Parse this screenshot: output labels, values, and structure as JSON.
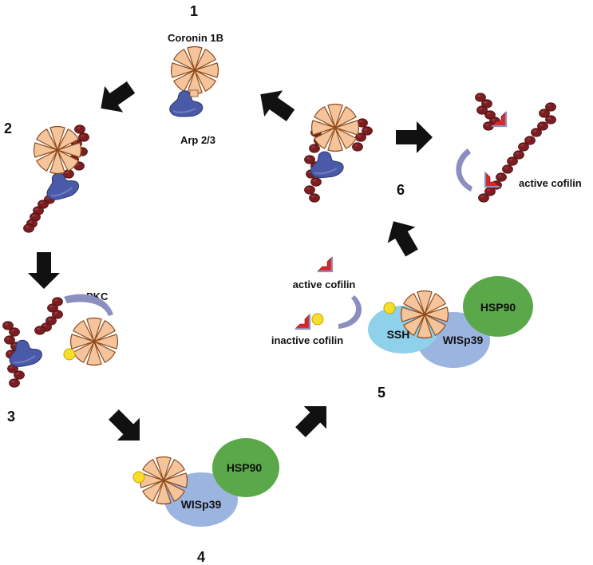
{
  "steps": {
    "s1": "1",
    "s2": "2",
    "s3": "3",
    "s4": "4",
    "s5": "5",
    "s6": "6"
  },
  "labels": {
    "coronin": "Coronin 1B",
    "arp": "Arp 2/3",
    "pkc": "PKC",
    "active_cofilin_top": "active cofilin",
    "active_cofilin_mid": "active cofilin",
    "inactive_cofilin": "inactive cofilin"
  },
  "proteins": {
    "hsp90_a": "HSP90",
    "wisp39_a": "WISp39",
    "hsp90_b": "HSP90",
    "wisp39_b": "WISp39",
    "ssh": "SSH"
  },
  "colors": {
    "coronin_fill": "#f6c49a",
    "coronin_stroke": "#8a4a1c",
    "actin": "#7b1e22",
    "arp": "#4a5aa8",
    "hsp90": "#5aa84a",
    "wisp39": "#9bb5e0",
    "ssh": "#8fd0ea",
    "phosphate": "#f5dd2a",
    "cofilin_red": "#d8262a",
    "arrow": "#111111",
    "curved_arrow": "#8b8fbf"
  }
}
